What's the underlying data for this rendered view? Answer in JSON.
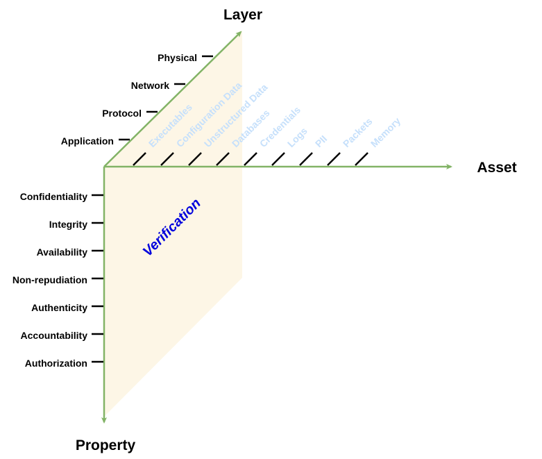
{
  "axes": {
    "layer": "Layer",
    "asset": "Asset",
    "property": "Property"
  },
  "layers": [
    "Application",
    "Protocol",
    "Network",
    "Physical"
  ],
  "assets": [
    "Executables",
    "Configuration Data",
    "Unstructured Data",
    "Databases",
    "Credentials",
    "Logs",
    "PII",
    "Packets",
    "Memory"
  ],
  "properties": [
    "Confidentiality",
    "Integrity",
    "Availability",
    "Non-repudiation",
    "Authenticity",
    "Accountability",
    "Authorization"
  ],
  "center_label": "Verification",
  "colors": {
    "axis": "#82b366",
    "plane": "#fdf6e6",
    "asset_text": "#c6e0fb",
    "center_text": "#0000dd",
    "tick": "#000000"
  }
}
